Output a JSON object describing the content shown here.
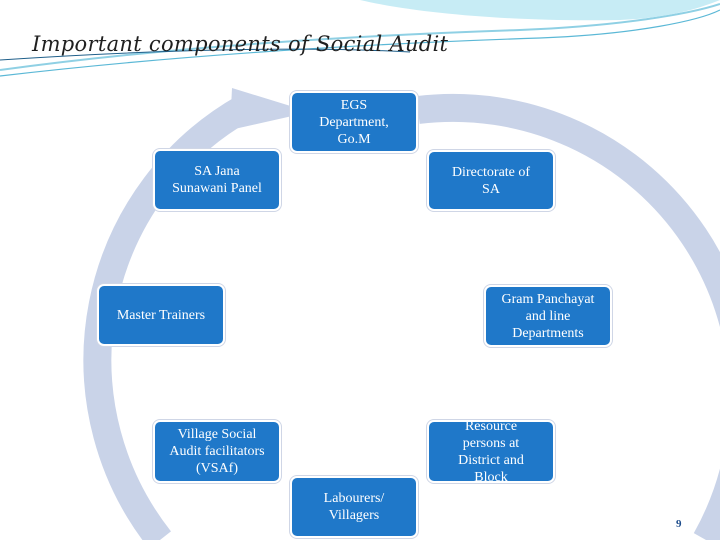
{
  "slide": {
    "title": "Important  components  of  Social  Audit",
    "page_number": "9"
  },
  "colors": {
    "node_fill": "#1f78c9",
    "cycle_arrow": "#c9d3e8",
    "header_swoosh": "#bfe3ef"
  },
  "diagram": {
    "type": "cycle",
    "nodes": [
      {
        "id": "egs",
        "label": "EGS\nDepartment,\nGo.M"
      },
      {
        "id": "directorate",
        "label": "Directorate of\nSA"
      },
      {
        "id": "gram-panchayat",
        "label": "Gram Panchayat\nand line\nDepartments"
      },
      {
        "id": "resource-persons",
        "label": "Resource\npersons at\nDistrict and\nBlock"
      },
      {
        "id": "labourers",
        "label": "Labourers/\nVillagers"
      },
      {
        "id": "vsaf",
        "label": "Village Social\nAudit facilitators\n(VSAf)"
      },
      {
        "id": "master-trainers",
        "label": "Master Trainers"
      },
      {
        "id": "jana-sunawani",
        "label": "SA Jana\nSunawani Panel"
      }
    ]
  }
}
